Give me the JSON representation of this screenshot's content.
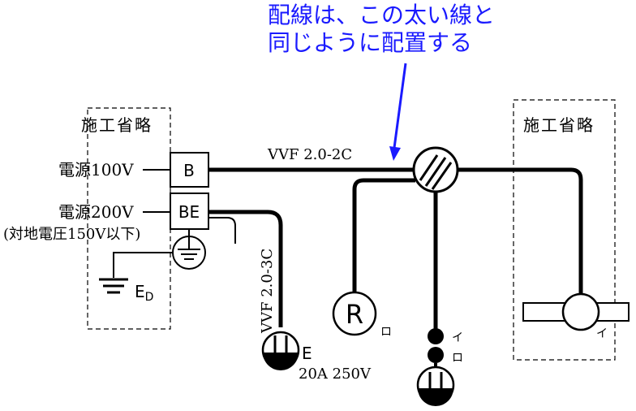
{
  "note": {
    "line1": "配線は、この太い線と",
    "line2": "同じように配置する"
  },
  "left_omit_label": "施工省略",
  "right_omit_label": "施工省略",
  "supply_100": "電源100V",
  "supply_200": "電源200V",
  "supply_200_note": "(対地電圧150V以下)",
  "breaker_b": "B",
  "breaker_be": "BE",
  "cable_main": "VVF 2.0-2C",
  "cable_outlet": "VVF 2.0-3C",
  "ground_label": "E",
  "ground_sub": "D",
  "outlet_label": "E",
  "outlet_rating": "20A 250V",
  "receptacle_r": "R",
  "receptacle_r_sub": "ロ",
  "switch_label_i": "イ",
  "switch_label_ro": "ロ",
  "lamp_label": "イ",
  "colors": {
    "line": "#000000",
    "arrow": "#1a1aff",
    "note_text": "#1a1aff"
  }
}
